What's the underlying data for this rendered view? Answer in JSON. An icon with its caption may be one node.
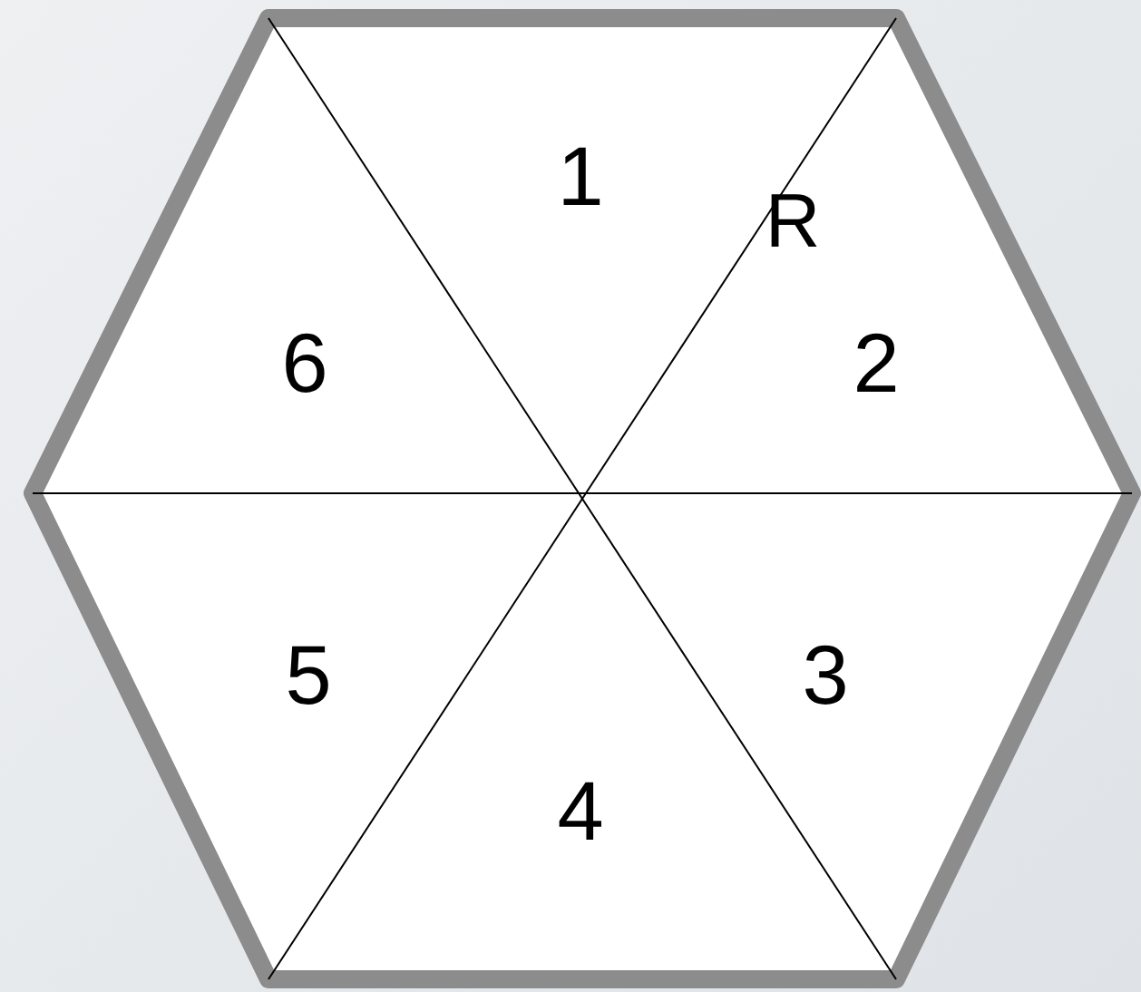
{
  "diagram": {
    "nodes": [
      {
        "text": [
          "1"
        ]
      },
      {
        "text": [
          "2"
        ]
      },
      {
        "text": [
          "3"
        ]
      },
      {
        "text": [
          "4"
        ]
      },
      {
        "text": [
          "5"
        ]
      },
      {
        "text": [
          "6"
        ]
      }
    ],
    "labels": [
      "R"
    ]
  }
}
